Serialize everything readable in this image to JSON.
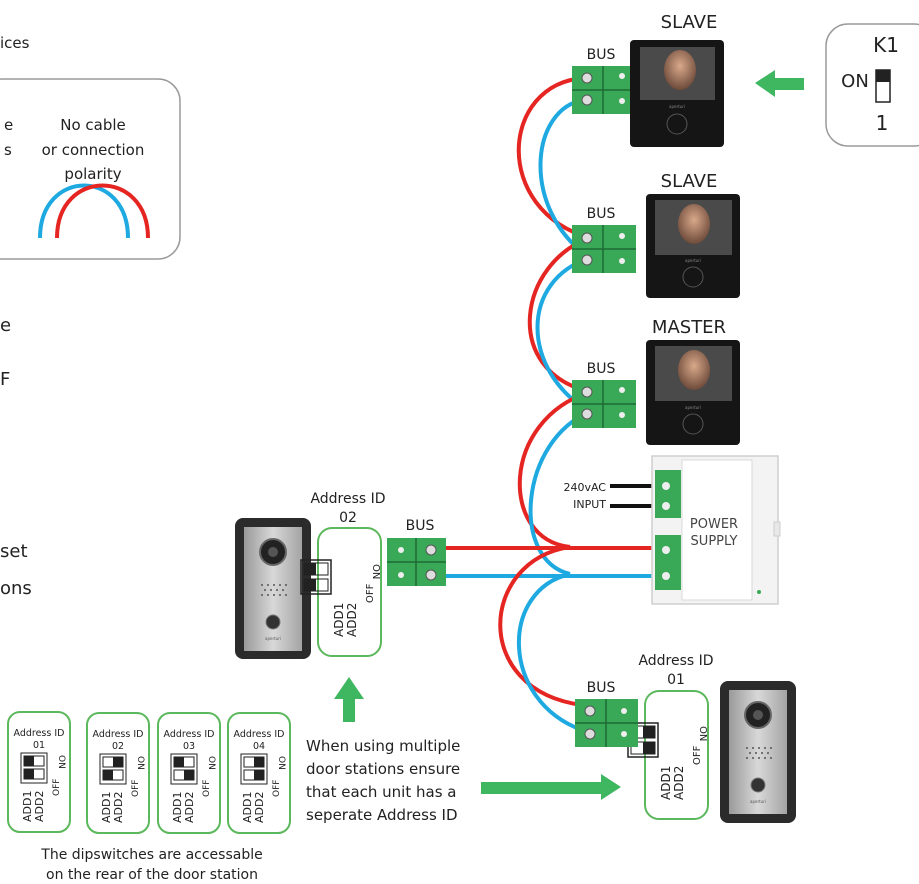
{
  "header": {
    "devices_fragment": "ices"
  },
  "legend": {
    "left_fragment_1": "e",
    "left_fragment_2": "s",
    "no_polarity_line1": "No cable",
    "no_polarity_line2": "or connection",
    "no_polarity_line3": "polarity"
  },
  "side_text": {
    "frag_1": "e",
    "frag_2": "F",
    "frag_3": "set",
    "frag_4": "ons"
  },
  "monitors": [
    {
      "role": "SLAVE",
      "bus_label": "BUS"
    },
    {
      "role": "SLAVE",
      "bus_label": "BUS"
    },
    {
      "role": "MASTER",
      "bus_label": "BUS"
    }
  ],
  "monitor_brand": "aperturi",
  "k1_switch": {
    "title": "K1",
    "on_label": "ON",
    "position_label": "1"
  },
  "power_supply": {
    "line1": "POWER",
    "line2": "SUPPLY",
    "input_line1": "240vAC",
    "input_line2": "INPUT"
  },
  "door_station_left": {
    "address_label": "Address ID",
    "address_value": "02",
    "bus_label": "BUS"
  },
  "door_station_right": {
    "address_label": "Address ID",
    "address_value": "01",
    "bus_label": "BUS"
  },
  "dip": {
    "add1": "ADD1",
    "add2": "ADD2",
    "on": "ON",
    "off": "OFF"
  },
  "address_cards": [
    {
      "label": "Address ID",
      "value": "01"
    },
    {
      "label": "Address ID",
      "value": "02"
    },
    {
      "label": "Address ID",
      "value": "03"
    },
    {
      "label": "Address ID",
      "value": "04"
    }
  ],
  "multi_note": {
    "line1": "When using multiple",
    "line2": "door stations ensure",
    "line3": "that each unit has a",
    "line4": "seperate Address ID"
  },
  "dip_note": {
    "line1": "The dipswitches are accessable",
    "line2": "on the rear of the door station"
  },
  "colors": {
    "red_wire": "#e52521",
    "blue_wire": "#1fa9e1",
    "terminal_green": "#3aa957",
    "arrow_green": "#3fb660",
    "outline_green": "#5cb85c"
  }
}
